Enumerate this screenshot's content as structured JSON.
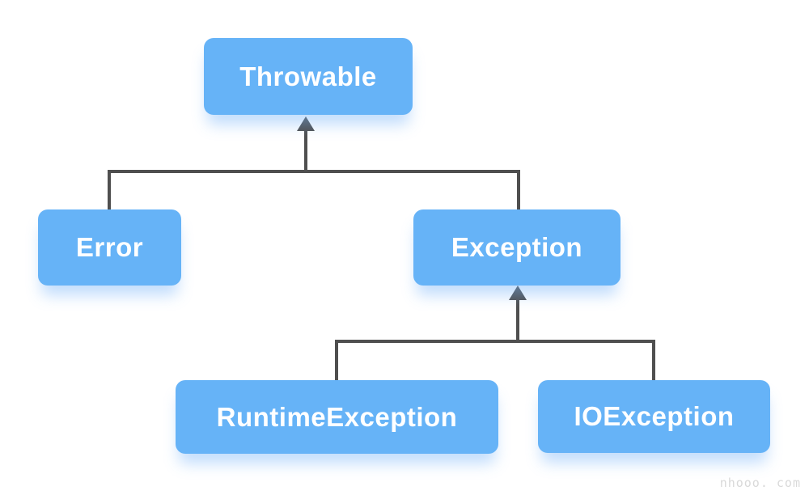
{
  "diagram": {
    "type": "class-hierarchy-tree",
    "nodes": {
      "throwable": {
        "label": "Throwable"
      },
      "error": {
        "label": "Error"
      },
      "exception": {
        "label": "Exception"
      },
      "runtime_exception": {
        "label": "RuntimeException"
      },
      "io_exception": {
        "label": "IOException"
      }
    },
    "edges": [
      {
        "from": "Error",
        "to": "Throwable",
        "type": "inheritance-arrow"
      },
      {
        "from": "Exception",
        "to": "Throwable",
        "type": "inheritance-arrow"
      },
      {
        "from": "RuntimeException",
        "to": "Exception",
        "type": "inheritance-arrow"
      },
      {
        "from": "IOException",
        "to": "Exception",
        "type": "inheritance-arrow"
      }
    ],
    "colors": {
      "node_fill": "#66b3f7",
      "node_text": "#ffffff",
      "node_glow": "rgba(120,180,248,0.45)",
      "connector": "#4f4f4f",
      "background": "#ffffff",
      "watermark_text": "#d9d9d9"
    }
  },
  "watermark": {
    "text": "nhooo. com"
  }
}
